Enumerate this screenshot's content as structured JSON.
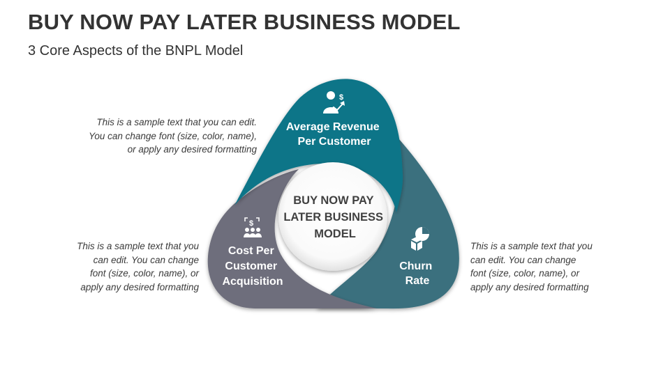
{
  "title": "BUY NOW PAY LATER BUSINESS MODEL",
  "subtitle": "3 Core Aspects of the BNPL Model",
  "colors": {
    "segment_top": "#0e7488",
    "segment_left": "#6e6e7c",
    "segment_right": "#3b6f7e",
    "title_text": "#333333",
    "body_text": "#3a3a3a"
  },
  "center": {
    "lines": [
      "BUY NOW PAY",
      "LATER BUSINESS",
      "MODEL"
    ]
  },
  "segments": {
    "top": {
      "icon": "user-revenue-icon",
      "lines": [
        "Average Revenue",
        "Per Customer"
      ]
    },
    "left": {
      "icon": "acquisition-cost-icon",
      "lines": [
        "Cost Per",
        "Customer",
        "Acquisition"
      ]
    },
    "right": {
      "icon": "churn-chart-icon",
      "lines": [
        "Churn",
        "Rate"
      ]
    }
  },
  "side_texts": {
    "top": "This is a sample text that you can edit.\nYou can change font (size, color, name),\nor apply any desired formatting",
    "left": "This is a sample text that you\ncan edit. You can change\nfont (size, color, name), or\napply any desired formatting",
    "right": "This is a sample text that you\ncan edit. You can change\nfont (size, color, name), or\napply any desired formatting"
  }
}
